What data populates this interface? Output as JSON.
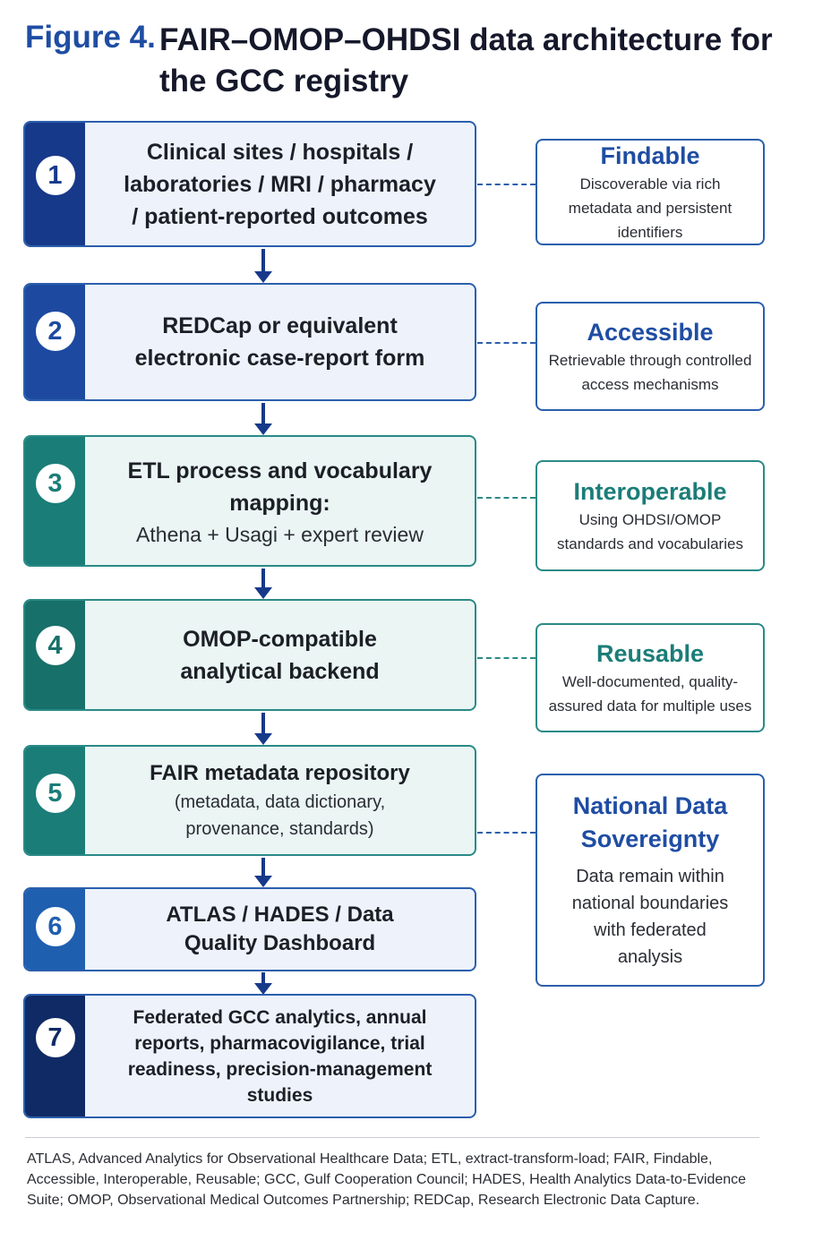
{
  "figure": {
    "label": "Figure 4.",
    "title": "FAIR–OMOP–OHDSI data architecture for the GCC registry"
  },
  "steps": [
    {
      "number": "1",
      "main": "Clinical sites / hospitals / laboratories / MRI / pharmacy / patient-reported outcomes",
      "sub": ""
    },
    {
      "number": "2",
      "main": "REDCap or equivalent electronic case-report form",
      "sub": ""
    },
    {
      "number": "3",
      "main": "ETL process and vocabulary mapping:",
      "sub": "Athena + Usagi + expert review"
    },
    {
      "number": "4",
      "main": "OMOP-compatible analytical backend",
      "sub": ""
    },
    {
      "number": "5",
      "main": "FAIR metadata repository",
      "sub": "(metadata, data dictionary, provenance, standards)"
    },
    {
      "number": "6",
      "main": "ATLAS / HADES / Data Quality Dashboard",
      "sub": ""
    },
    {
      "number": "7",
      "main": "Federated GCC analytics, annual reports, pharmacovigilance, trial readiness, precision-management studies",
      "sub": ""
    }
  ],
  "fair_principles": [
    {
      "title": "Findable",
      "description": "Discoverable via rich metadata and persistent identifiers"
    },
    {
      "title": "Accessible",
      "description": "Retrievable through controlled access mechanisms"
    },
    {
      "title": "Interoperable",
      "description": "Using OHDSI/OMOP standards and vocabularies"
    },
    {
      "title": "Reusable",
      "description": "Well-documented, quality-assured data for multiple uses"
    },
    {
      "title": "National Data Sovereignty",
      "description": "Data remain within national boundaries with federated analysis"
    }
  ],
  "footnote": "ATLAS, Advanced Analytics for Observational Healthcare Data; ETL, extract-transform-load; FAIR, Findable, Accessible, Interoperable, Reusable; GCC, Gulf Cooperation Council; HADES, Health Analytics Data-to-Evidence Suite; OMOP, Observational Medical Outcomes Partnership; REDCap, Research Electronic Data Capture.",
  "colors": {
    "navy": "#17398a",
    "blue": "#1f4da3",
    "teal": "#1b7d78",
    "step_fill_blue": "#eef3fb",
    "step_fill_teal": "#eaf5f4"
  }
}
